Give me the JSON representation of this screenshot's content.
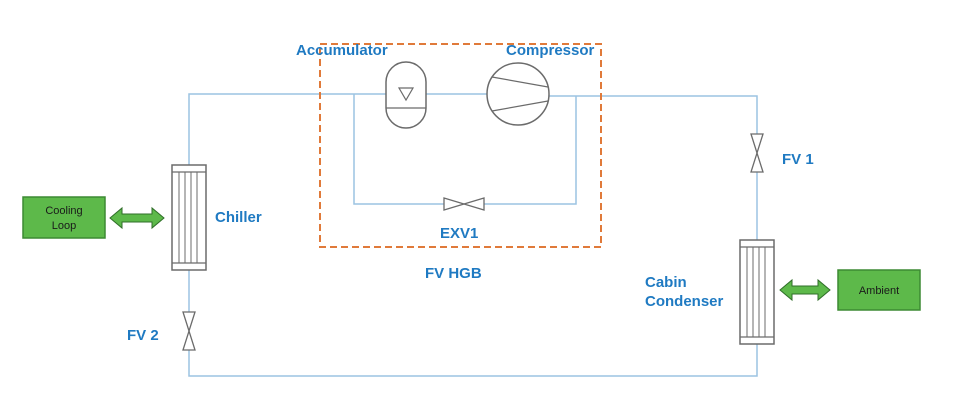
{
  "colors": {
    "pipe": "#9cc3e2",
    "label": "#1f7ac2",
    "dashed_border": "#e07a3a",
    "box_fill": "#5db94a",
    "box_border": "#3d8a33",
    "arrow_fill": "#5db94a",
    "arrow_stroke": "#2f6e28",
    "component_stroke": "#6b6b6b"
  },
  "labels": {
    "accumulator": "Accumulator",
    "compressor": "Compressor",
    "chiller": "Chiller",
    "exv1": "EXV1",
    "fv_hgb": "FV HGB",
    "fv1": "FV 1",
    "fv2": "FV 2",
    "cabin_condenser_line1": "Cabin",
    "cabin_condenser_line2": "Condenser"
  },
  "boxes": {
    "cooling_loop_line1": "Cooling",
    "cooling_loop_line2": "Loop",
    "ambient": "Ambient"
  },
  "icons": {
    "accumulator": "accumulator-icon",
    "compressor": "compressor-icon",
    "heat_exchanger": "heat-exchanger-icon",
    "valve": "valve-icon",
    "double_arrow": "double-arrow-icon"
  }
}
